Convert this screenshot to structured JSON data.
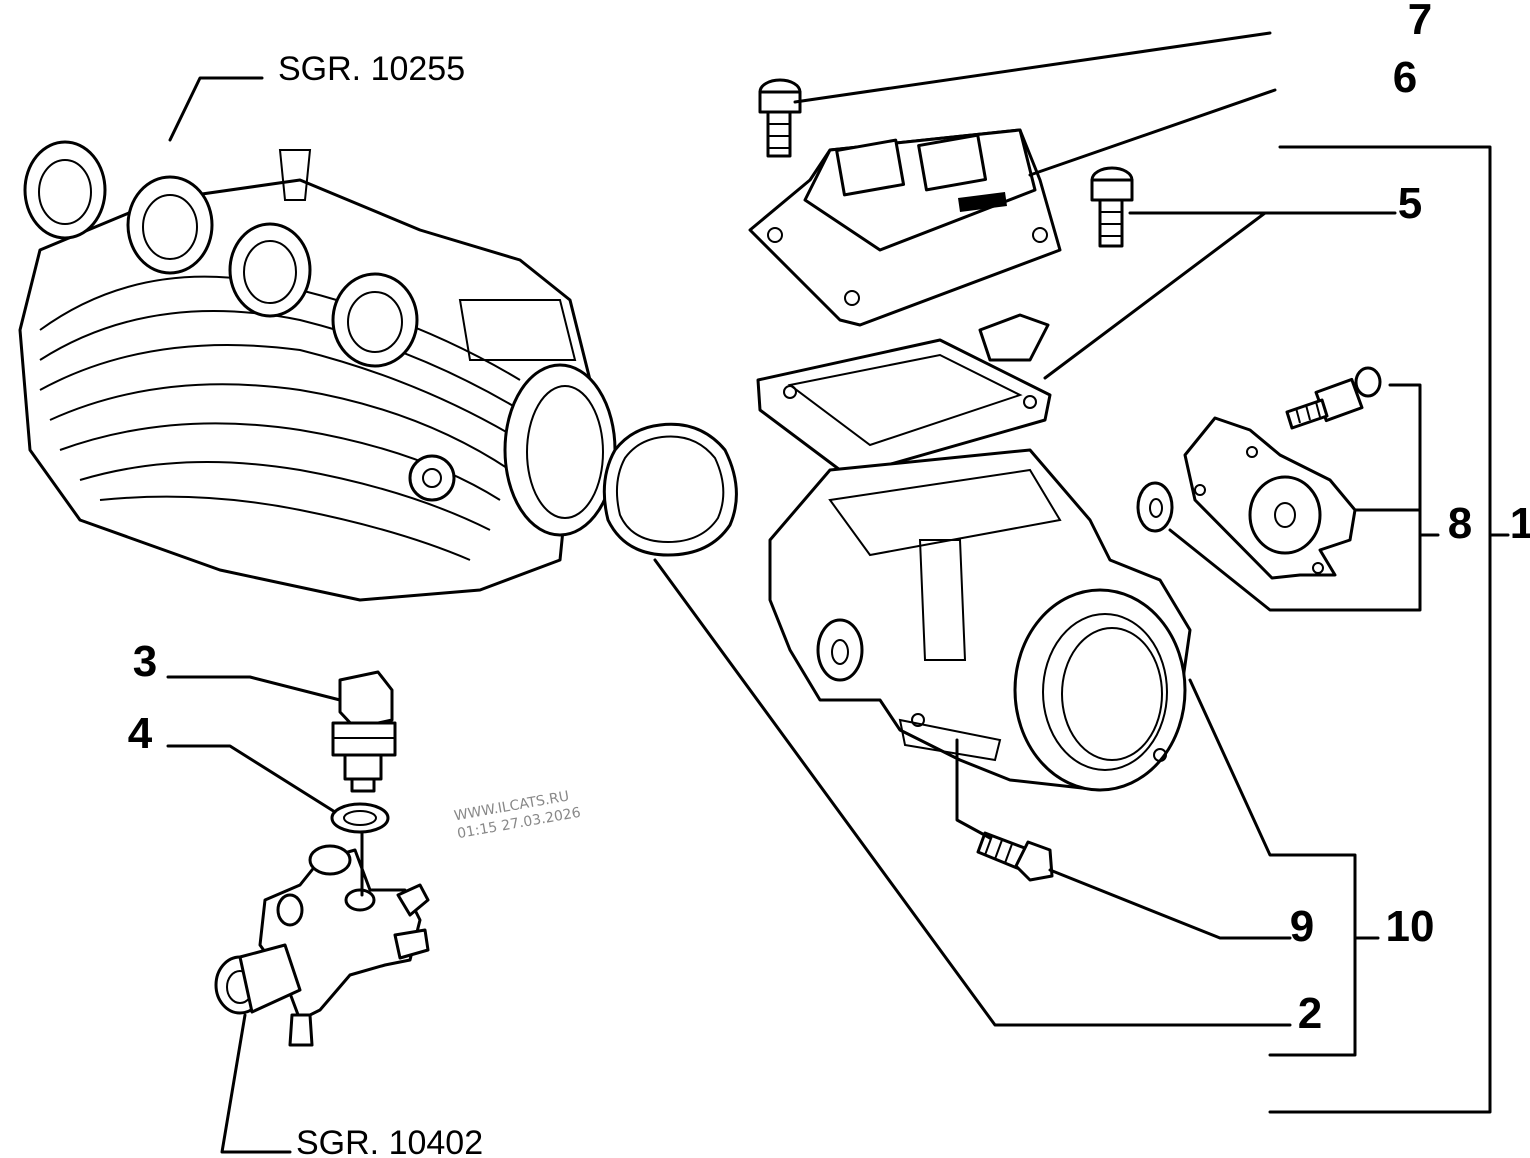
{
  "references": {
    "upper": "SGR. 10255",
    "lower": "SGR. 10402"
  },
  "callouts": {
    "c1": "1",
    "c2": "2",
    "c3": "3",
    "c4": "4",
    "c5": "5",
    "c6": "6",
    "c7": "7",
    "c8": "8",
    "c9": "9",
    "c10": "10"
  },
  "watermark": {
    "site": "WWW.ILCATS.RU",
    "timestamp": "01:15 27.03.2026"
  }
}
